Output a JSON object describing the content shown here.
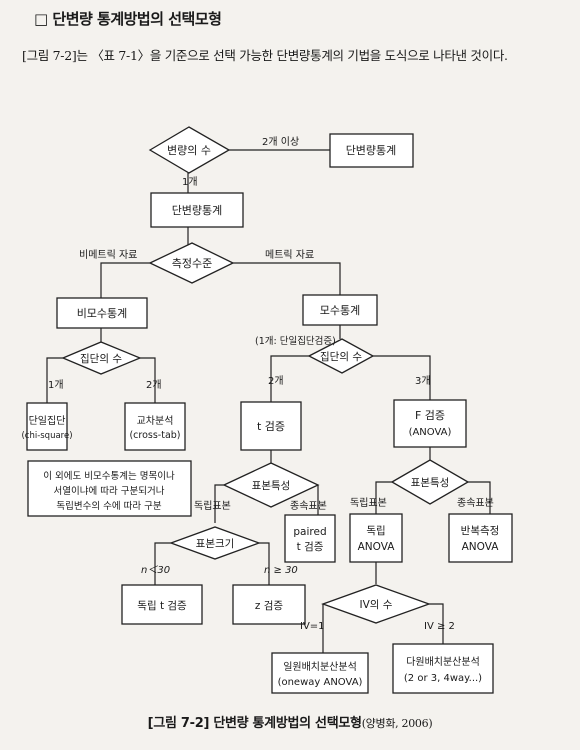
{
  "heading": "□ 단변량 통계방법의 선택모형",
  "intro": "[그림 7-2]는 〈표 7-1〉을 기준으로 선택 가능한 단변량통계의 기법을 도식으로 나타낸 것이다.",
  "caption": {
    "main": "[그림 7-2] 단변량 통계방법의 선택모형",
    "source": "(양병화, 2006)"
  },
  "nodes": {
    "d_var_count": "변량의 수",
    "multivariate": "단변량통계",
    "univariate": "단변량통계",
    "d_measure": "측정수준",
    "nonparam": "비모수통계",
    "param": "모수통계",
    "d_group_np": "집단의 수",
    "single_group_1": "단일집단",
    "single_group_2": "(chi-square)",
    "crosstab_1": "교차분석",
    "crosstab_2": "(cross-tab)",
    "note_1": "이 외에도 비모수통계는 명목이나",
    "note_2": "서열이냐에 따라 구분되거나",
    "note_3": "독립변수의 수에 따라 구분",
    "d_group_p": "집단의 수",
    "t_test": "t 검증",
    "f_test_1": "F 검증",
    "f_test_2": "(ANOVA)",
    "d_sample_t": "표본특성",
    "d_sample_f": "표본특성",
    "d_sample_size": "표본크기",
    "paired_1": "paired",
    "paired_2": "t 검증",
    "indep_anova_1": "독립",
    "indep_anova_2": "ANOVA",
    "repeated_1": "반복측정",
    "repeated_2": "ANOVA",
    "indep_t": "독립 t 검증",
    "z_test": "z 검증",
    "d_iv": "IV의 수",
    "oneway_1": "일원배치분산분석",
    "oneway_2": "(oneway ANOVA)",
    "multiway_1": "다원배치분산분석",
    "multiway_2": "(2 or 3, 4way...)"
  },
  "edges": {
    "two_or_more": "2개 이상",
    "one": "1개",
    "nonmetric": "비메트릭 자료",
    "metric": "메트릭 자료",
    "one_single": "(1개: 단일집단검증)",
    "np_one": "1개",
    "np_two": "2개",
    "p_two": "2개",
    "p_three": "3개",
    "t_indep": "독립표본",
    "t_dep": "종속표본",
    "f_indep": "독립표본",
    "f_dep": "종속표본",
    "n_lt30": "n＜30",
    "n_ge30": "n ≥ 30",
    "iv_one": "IV=1",
    "iv_two": "IV ≥ 2"
  }
}
